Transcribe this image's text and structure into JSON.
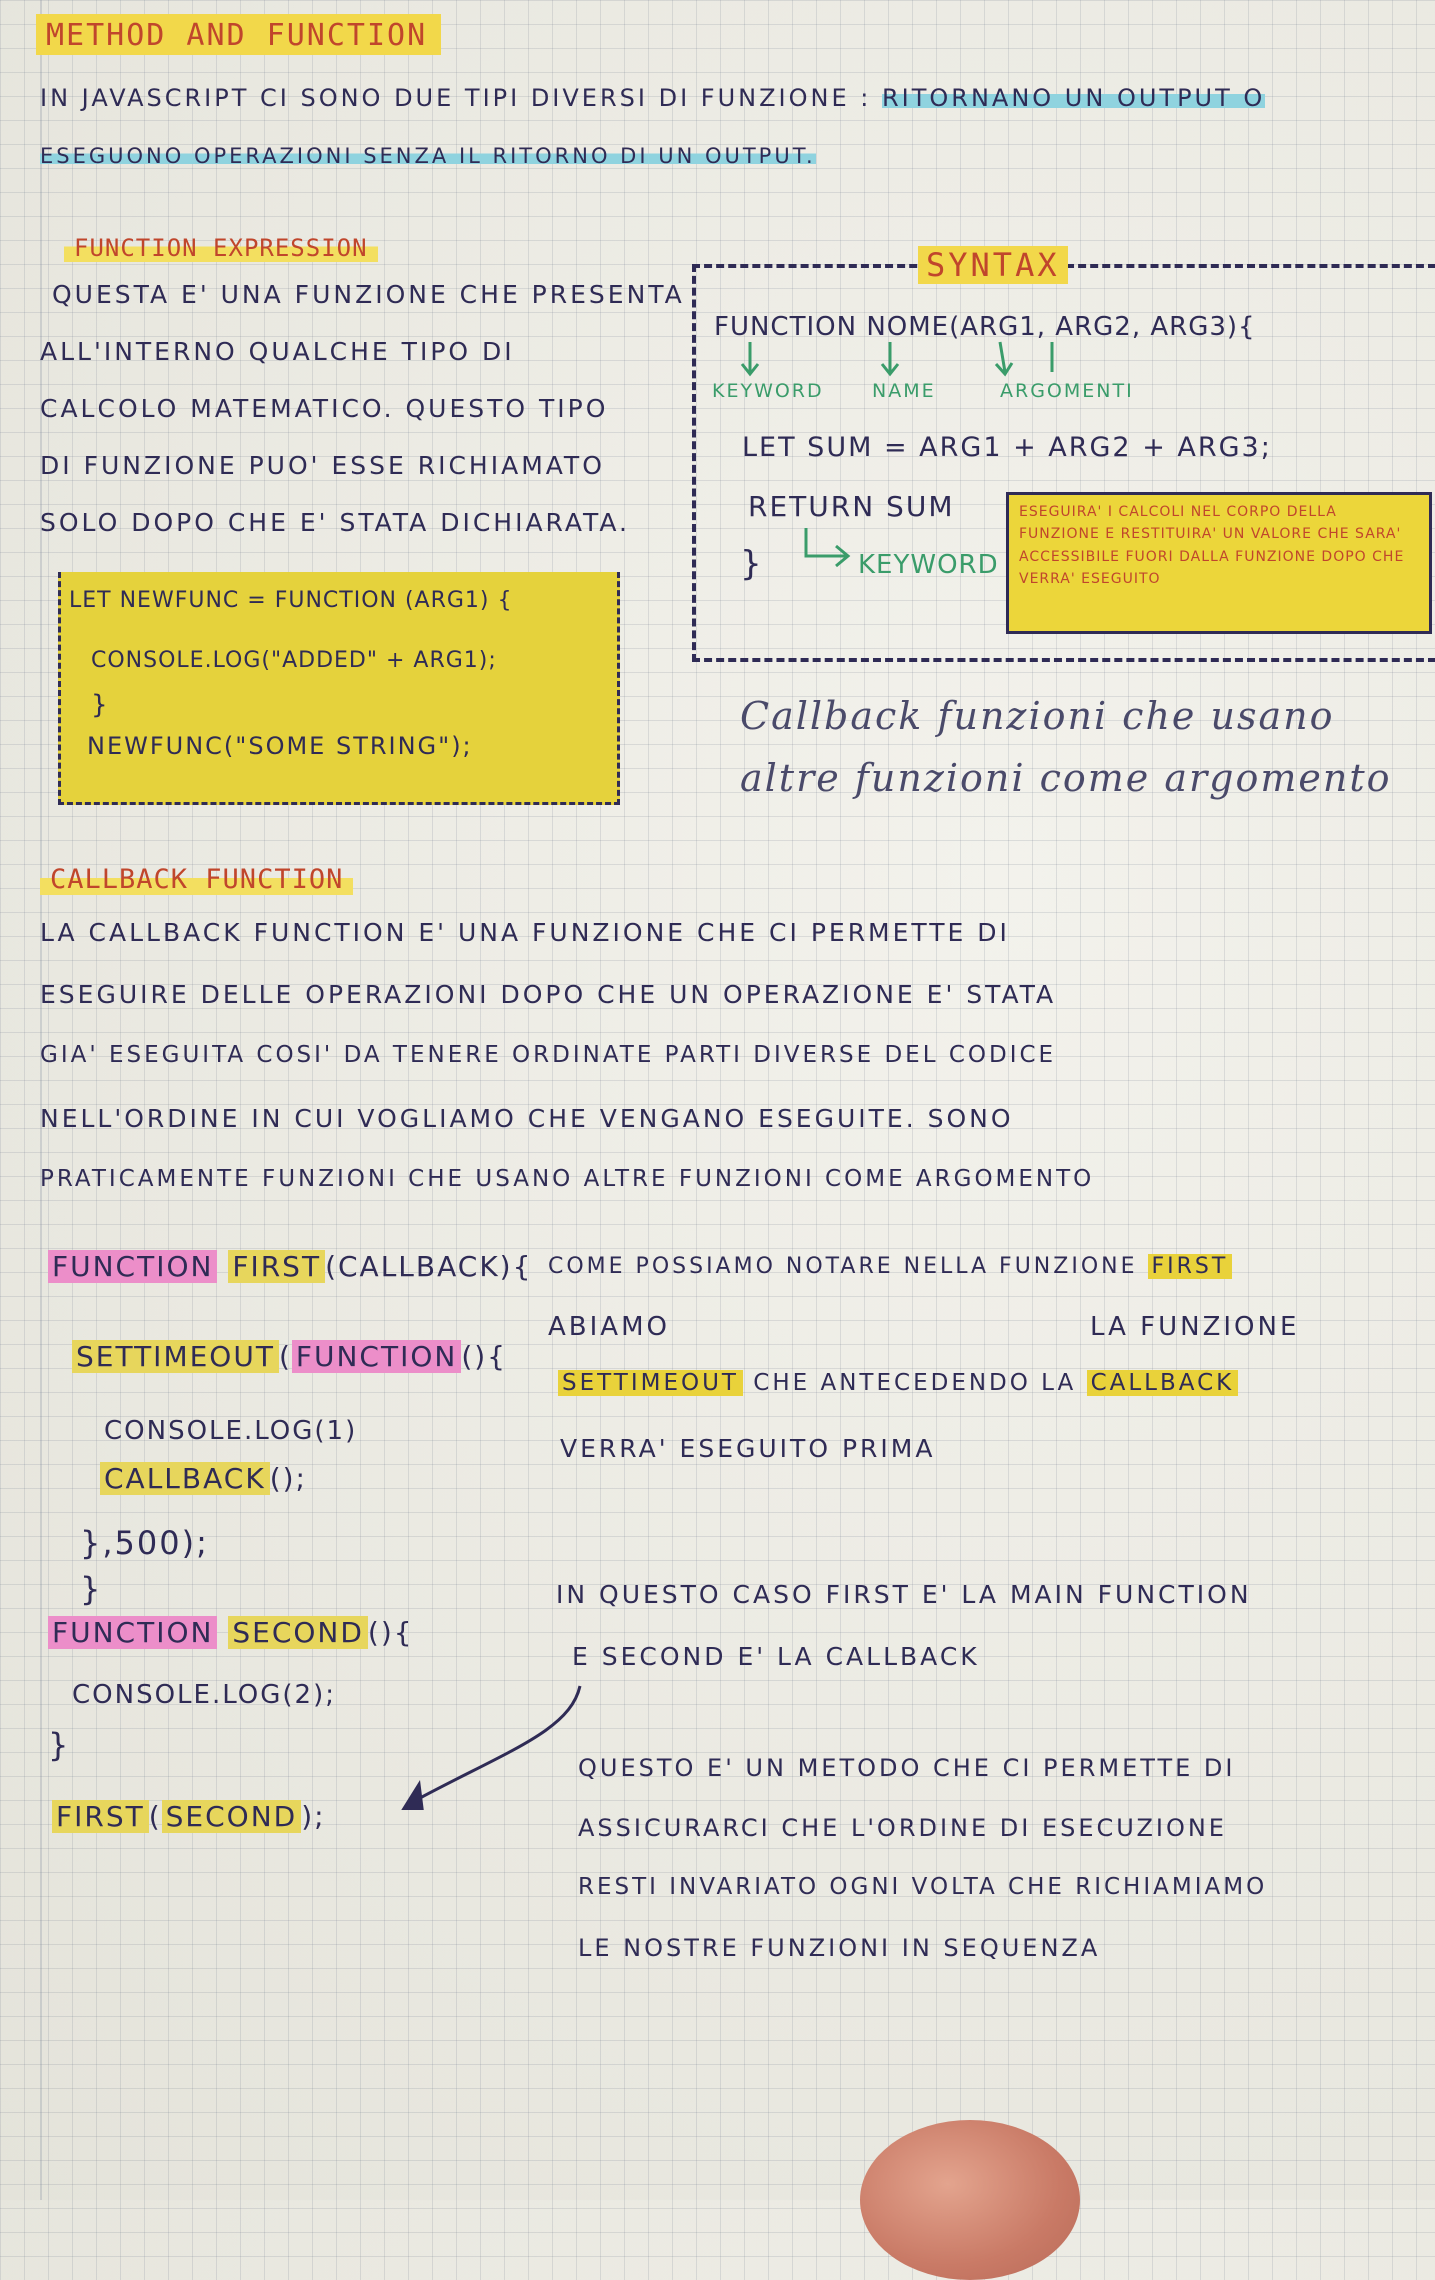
{
  "header": {
    "title": "METHOD AND FUNCTION",
    "intro_line1": "IN JAVASCRIPT CI SONO DUE TIPI DIVERSI DI FUNZIONE :",
    "intro_line1_hl": "RITORNANO UN OUTPUT O",
    "intro_line2": "ESEGUONO OPERAZIONI SENZA IL RITORNO DI UN OUTPUT."
  },
  "function_expression": {
    "title": "FUNCTION EXPRESSION",
    "lines": [
      "QUESTA E' UNA FUNZIONE CHE PRESENTA",
      "ALL'INTERNO QUALCHE TIPO DI",
      "CALCOLO MATEMATICO. QUESTO TIPO",
      "DI FUNZIONE PUO' ESSE RICHIAMATO",
      "SOLO DOPO CHE E' STATA DICHIARATA."
    ],
    "code": [
      "LET NEWFUNC = FUNCTION (ARG1) {",
      "CONSOLE.log(\"ADDED\" + ARG1);",
      "}",
      "NEWFUNC(\"SOME STRING\");"
    ]
  },
  "syntax": {
    "title": "SYNTAX",
    "signature": "FUNCTION NOME(ARG1, ARG2, ARG3){",
    "labels": {
      "keyword": "KEYWORD",
      "name": "NAME",
      "arguments": "ARGOMENTI"
    },
    "body": "LET SUM = ARG1 + ARG2 + ARG3;",
    "return": "RETURN SUM",
    "close": "}",
    "return_label": "KEYWORD",
    "note": "ESEGUIRA' I CALCOLI NEL CORPO DELLA FUNZIONE E RESTITUIRA' UN VALORE CHE SARA' ACCESSIBILE FUORI DALLA FUNZIONE DOPO CHE VERRA' ESEGUITO"
  },
  "cursive_note": {
    "line1": "Callback funzioni che usano",
    "line2": "altre funzioni come argomento"
  },
  "callback": {
    "title": "CALLBACK FUNCTION",
    "lines": [
      "LA CALLBACK FUNCTION E' UNA FUNZIONE CHE CI PERMETTE DI",
      "ESEGUIRE DELLE OPERAZIONI DOPO CHE UN OPERAZIONE E' STATA",
      "GIA' ESEGUITA COSI' DA TENERE ORDINATE PARTI DIVERSE DEL CODICE",
      "NELL'ORDINE IN CUI VOGLIAMO CHE VENGANO ESEGUITE. SONO",
      "PRATICAMENTE FUNZIONI CHE USANO ALTRE FUNZIONI COME ARGOMENTO"
    ]
  },
  "code_block": {
    "kw_function": "FUNCTION",
    "first": "FIRST",
    "first_params": "(CALLBACK){",
    "settimeout": "SETTIMEOUT",
    "settimeout_paren": "(",
    "kw_function2": "FUNCTION",
    "settimeout_params": "(){",
    "console1": "CONSOLE.log(1)",
    "callback_call": "CALLBACK",
    "callback_tail": "();",
    "close_timeout": "},500);",
    "close_first": "}",
    "kw_function3": "FUNCTION",
    "second": "SECOND",
    "second_params": "(){",
    "console2": "CONSOLE.log(2);",
    "close_second": "}",
    "call_first": "FIRST",
    "call_second": "SECOND",
    "call_tail": ");"
  },
  "explain": {
    "p1_a": "COME POSSIAMO NOTARE NELLA FUNZIONE",
    "p1_first": "FIRST",
    "p1_b": "ABIAMO",
    "p1_c": "LA FUNZIONE",
    "p1_settimeout": "SETTIMEOUT",
    "p1_d": "CHE ANTECEDENDO LA",
    "p1_callback": "CALLBACK",
    "p1_e": "VERRA' ESEGUITO PRIMA",
    "p2_line1": "IN QUESTO CASO FIRST E' LA MAIN FUNCTION",
    "p2_line2": "E SECOND E' LA CALLBACK",
    "p3_lines": [
      "QUESTO E' UN METODO CHE CI PERMETTE DI",
      "ASSICURARCI CHE L'ORDINE DI ESECUZIONE",
      "RESTI INVARIATO OGNI VOLTA CHE RICHIAMIAMO",
      "LE NOSTRE FUNZIONI IN SEQUENZA"
    ]
  }
}
